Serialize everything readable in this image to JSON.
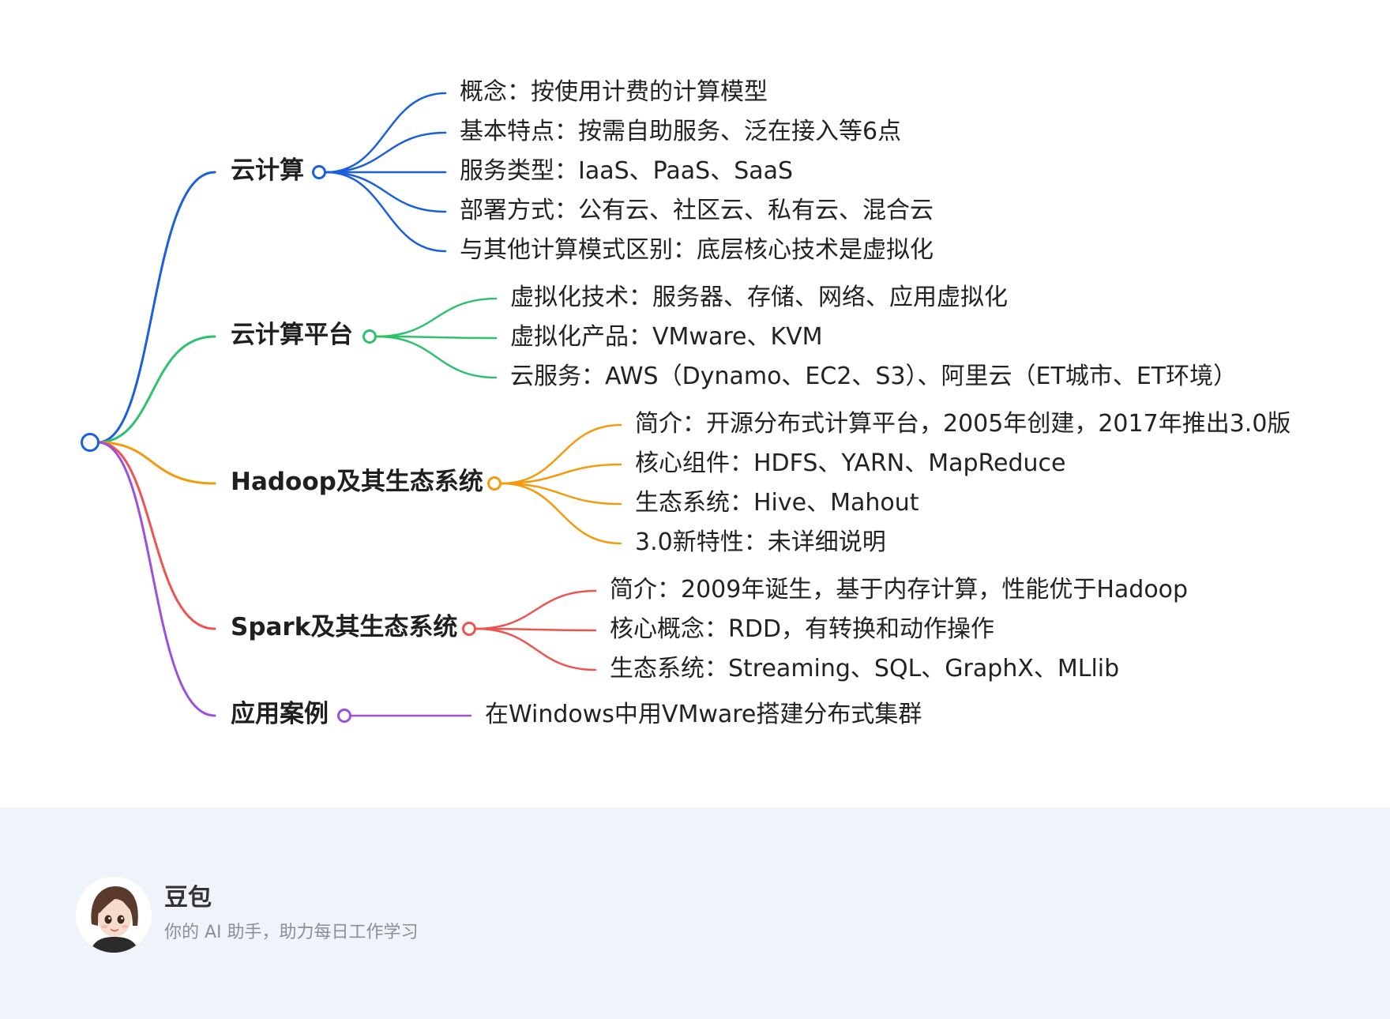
{
  "mindmap": {
    "branches": [
      {
        "label": "云计算",
        "color": "#1a5fe0",
        "children": [
          "概念：按使用计费的计算模型",
          "基本特点：按需自助服务、泛在接入等6点",
          "服务类型：IaaS、PaaS、SaaS",
          "部署方式：公有云、社区云、私有云、混合云",
          "与其他计算模式区别：底层核心技术是虚拟化"
        ]
      },
      {
        "label": "云计算平台",
        "color": "#2dc26b",
        "children": [
          "虚拟化技术：服务器、存储、网络、应用虚拟化",
          "虚拟化产品：VMware、KVM",
          "云服务：AWS（Dynamo、EC2、S3）、阿里云（ET城市、ET环境）"
        ]
      },
      {
        "label": "Hadoop及其生态系统",
        "color": "#f59a0b",
        "children": [
          "简介：开源分布式计算平台，2005年创建，2017年推出3.0版",
          "核心组件：HDFS、YARN、MapReduce",
          "生态系统：Hive、Mahout",
          "3.0新特性：未详细说明"
        ]
      },
      {
        "label": "Spark及其生态系统",
        "color": "#ef5350",
        "children": [
          "简介：2009年诞生，基于内存计算，性能优于Hadoop",
          "核心概念：RDD，有转换和动作操作",
          "生态系统：Streaming、SQL、GraphX、MLlib"
        ]
      },
      {
        "label": "应用案例",
        "color": "#9b51e0",
        "children": [
          "在Windows中用VMware搭建分布式集群"
        ]
      }
    ]
  },
  "footer": {
    "name": "豆包",
    "tagline": "你的 AI 助手，助力每日工作学习"
  }
}
